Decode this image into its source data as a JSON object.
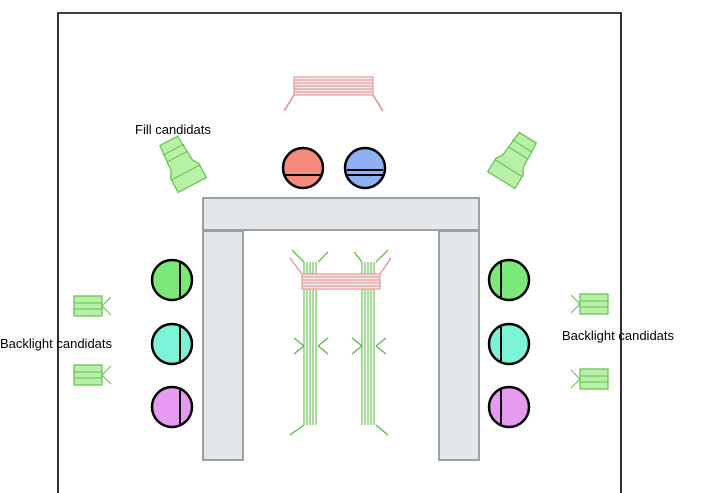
{
  "labels": {
    "fill": "Fill candidats",
    "backlight_left": "Backlight candidats",
    "backlight_right": "Backlight candidats"
  },
  "colors": {
    "frame": "#000000",
    "table": "#e3e7ea",
    "table_stroke": "#9aa0a4",
    "light_fill": "#b8f0a8",
    "light_stroke": "#62c04a",
    "red_rail": "#e38a8a",
    "green_rail": "#4fb83a",
    "person_red": "#f58a7f",
    "person_blue": "#8fb0f5",
    "person_green": "#7de87a",
    "person_cyan": "#7cf2d6",
    "person_violet": "#e69af0"
  },
  "people": [
    {
      "id": "top-red",
      "color": "person_red",
      "facing": "bottom"
    },
    {
      "id": "top-blue",
      "color": "person_blue",
      "facing": "bottom"
    },
    {
      "id": "left-green",
      "color": "person_green",
      "facing": "right"
    },
    {
      "id": "left-cyan",
      "color": "person_cyan",
      "facing": "right"
    },
    {
      "id": "left-violet",
      "color": "person_violet",
      "facing": "right"
    },
    {
      "id": "right-green",
      "color": "person_green",
      "facing": "left"
    },
    {
      "id": "right-cyan",
      "color": "person_cyan",
      "facing": "left"
    },
    {
      "id": "right-violet",
      "color": "person_violet",
      "facing": "left"
    }
  ]
}
